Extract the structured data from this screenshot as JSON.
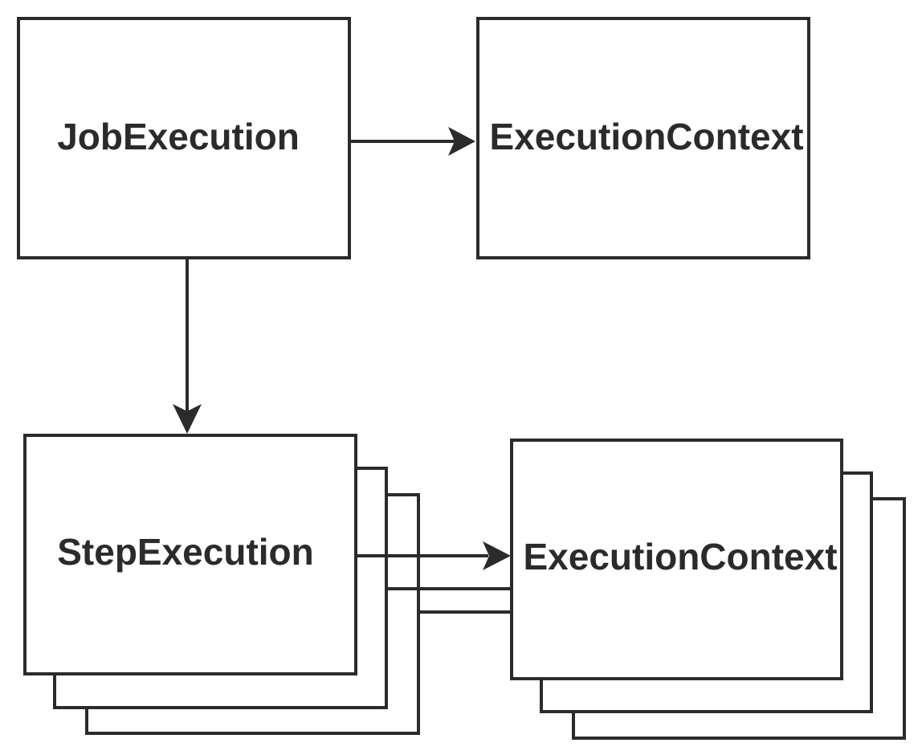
{
  "nodes": {
    "job_execution": "JobExecution",
    "job_execution_context": "ExecutionContext",
    "step_execution": "StepExecution",
    "step_execution_context": "ExecutionContext"
  },
  "edges": [
    {
      "from": "job_execution",
      "to": "job_execution_context"
    },
    {
      "from": "job_execution",
      "to": "step_execution"
    },
    {
      "from": "step_execution",
      "to": "step_execution_context"
    }
  ],
  "colors": {
    "stroke": "#2b2b2b",
    "background": "#ffffff"
  }
}
